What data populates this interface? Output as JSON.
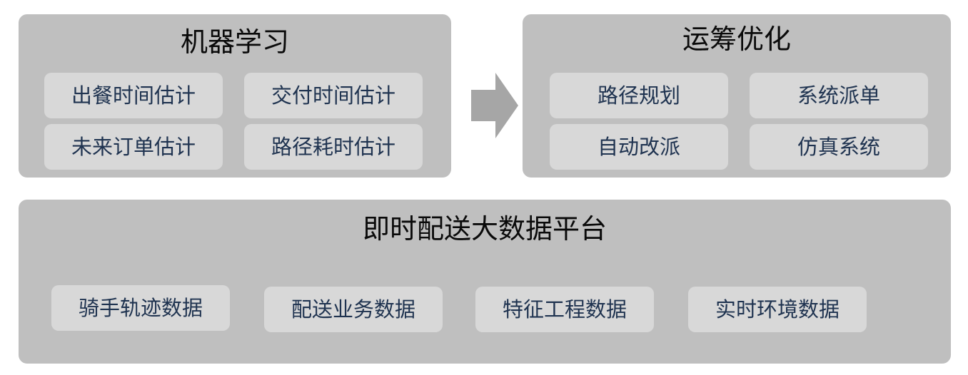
{
  "machine_learning": {
    "title": "机器学习",
    "items": [
      "出餐时间估计",
      "交付时间估计",
      "未来订单估计",
      "路径耗时估计"
    ]
  },
  "operations_optimization": {
    "title": "运筹优化",
    "items": [
      "路径规划",
      "系统派单",
      "自动改派",
      "仿真系统"
    ]
  },
  "data_platform": {
    "title": "即时配送大数据平台",
    "items": [
      "骑手轨迹数据",
      "配送业务数据",
      "特征工程数据",
      "实时环境数据"
    ]
  },
  "colors": {
    "panel": "#bfbfbf",
    "chip": "#d8d8d8",
    "chip_text": "#1f3350",
    "arrow": "#a6a6a6"
  },
  "icons": {
    "flow_arrow": "right-arrow-icon"
  }
}
